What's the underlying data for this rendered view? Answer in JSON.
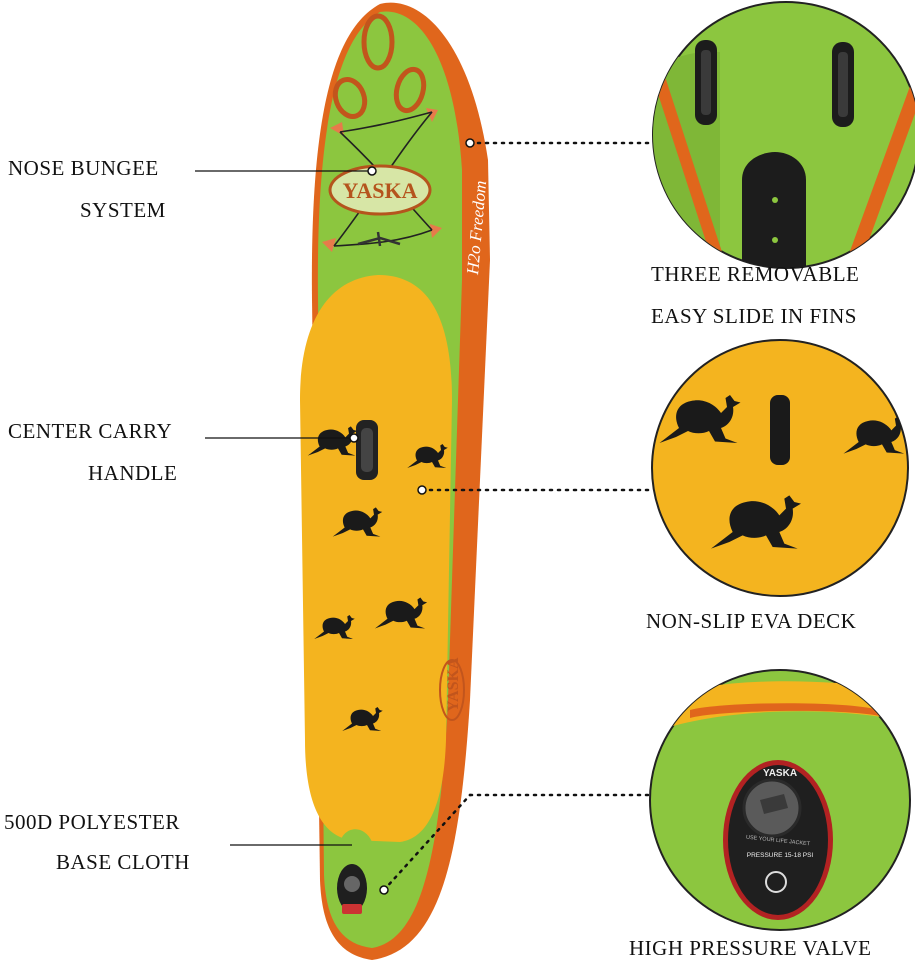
{
  "board": {
    "brand_nose": "YASKA",
    "brand_rail": "YASKA",
    "rail_script": "H2o Freedom"
  },
  "labels": {
    "nose_bungee_1": "NOSE BUNGEE",
    "nose_bungee_2": "SYSTEM",
    "center_carry_1": "CENTER CARRY",
    "center_carry_2": "HANDLE",
    "base_cloth_1": "500D POLYESTER",
    "base_cloth_2": "BASE CLOTH",
    "fins_1": "THREE REMOVABLE",
    "fins_2": "EASY SLIDE IN FINS",
    "deck": "NON-SLIP EVA DECK",
    "valve": "HIGH PRESSURE VALVE"
  },
  "valve_detail": {
    "brand": "YASKA",
    "caption": "USE YOUR LIFE JACKET",
    "pressure": "PRESSURE 15-18 PSI"
  },
  "colors": {
    "board_green": "#8cc63f",
    "board_orange": "#e0661c",
    "deck_yellow": "#f4b41f",
    "kangaroo": "#1a1a1a",
    "fin": "#1c1c1c"
  }
}
